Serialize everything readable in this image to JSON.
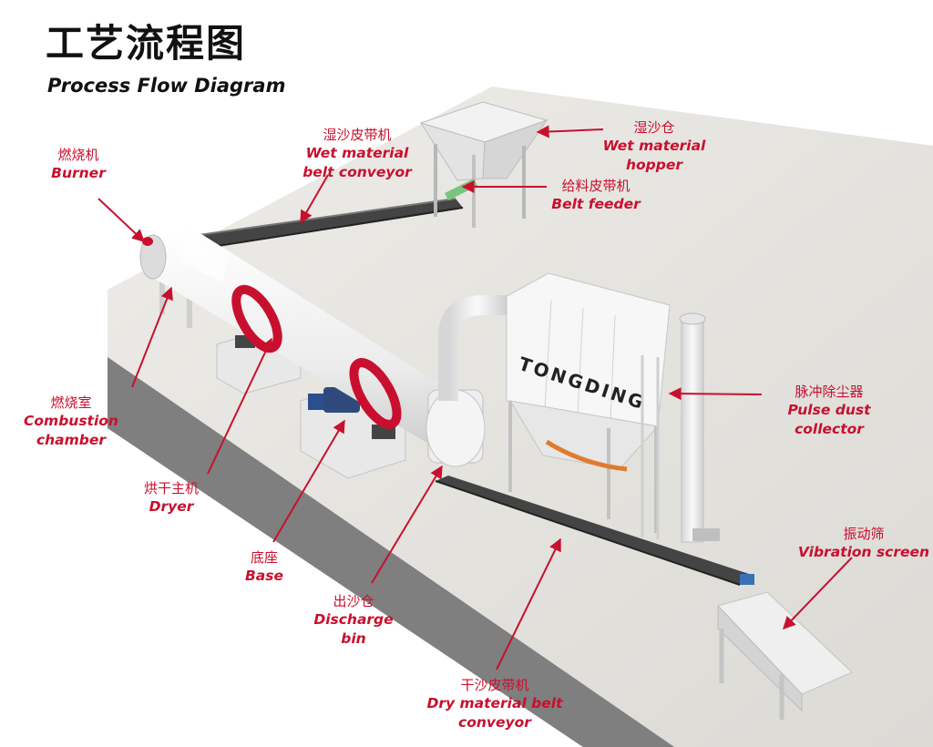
{
  "title": {
    "cn": "工艺流程图",
    "en": "Process Flow Diagram"
  },
  "brand": "TONGDING",
  "colors": {
    "label": "#c8102e",
    "floor": "#e6e4df",
    "equipment": "#f4f4f4",
    "ring": "#c8102e",
    "belt": "#3a3a3a"
  },
  "labels": {
    "wet_belt": {
      "cn": "湿沙皮带机",
      "en1": "Wet material",
      "en2": "belt conveyor"
    },
    "hopper": {
      "cn": "湿沙仓",
      "en": "Wet material hopper"
    },
    "burner": {
      "cn": "燃烧机",
      "en": "Burner"
    },
    "feeder": {
      "cn": "给料皮带机",
      "en": "Belt feeder"
    },
    "combustion": {
      "cn": "燃烧室",
      "en1": "Combustion",
      "en2": "chamber"
    },
    "dust": {
      "cn": "脉冲除尘器",
      "en": "Pulse dust collector"
    },
    "dryer": {
      "cn": "烘干主机",
      "en": "Dryer"
    },
    "base": {
      "cn": "底座",
      "en": "Base"
    },
    "vibration": {
      "cn": "振动筛",
      "en": "Vibration screen"
    },
    "discharge": {
      "cn": "出沙仓",
      "en1": "Discharge",
      "en2": "bin"
    },
    "dry_belt": {
      "cn": "干沙皮带机",
      "en1": "Dry material belt",
      "en2": "conveyor"
    }
  }
}
